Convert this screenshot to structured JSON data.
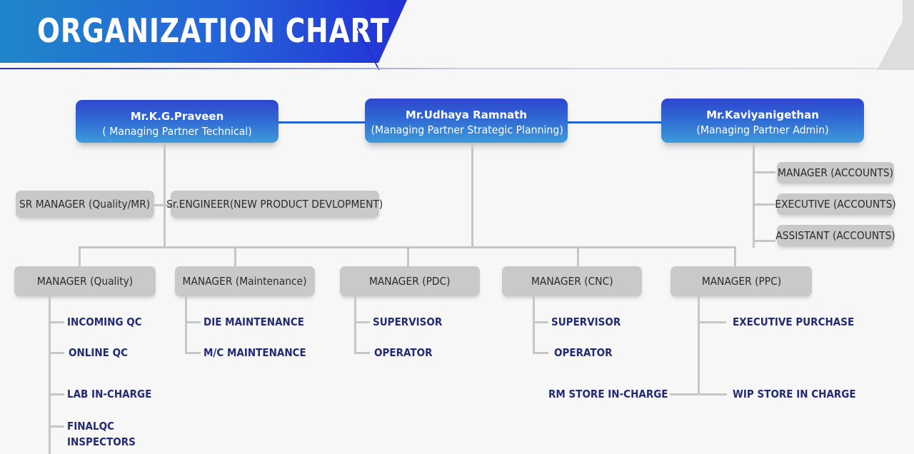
{
  "header": {
    "title": "ORGANIZATION CHART"
  },
  "executives": [
    {
      "name": "Mr.K.G.Praveen",
      "role": "( Managing Partner Technical)"
    },
    {
      "name": "Mr.Udhaya Ramnath",
      "role": "(Managing Partner Strategic Planning)"
    },
    {
      "name": "Mr.Kaviyanigethan",
      "role": "(Managing Partner Admin)"
    }
  ],
  "staff_boxes": [
    {
      "label": "SR MANAGER (Quality/MR)"
    },
    {
      "label": "Sr.ENGINEER(NEW PRODUCT DEVLOPMENT)"
    }
  ],
  "accounts": [
    {
      "label": "MANAGER (ACCOUNTS)"
    },
    {
      "label": "EXECUTIVE (ACCOUNTS)"
    },
    {
      "label": "ASSISTANT (ACCOUNTS)"
    }
  ],
  "managers": [
    {
      "label": "MANAGER (Quality)"
    },
    {
      "label": "MANAGER (Maintenance)"
    },
    {
      "label": "MANAGER (PDC)"
    },
    {
      "label": "MANAGER (CNC)"
    },
    {
      "label": "MANAGER (PPC)"
    }
  ],
  "leaves": {
    "quality": [
      "INCOMING QC",
      "ONLINE QC",
      "LAB IN-CHARGE",
      "FINALQC",
      "INSPECTORS"
    ],
    "maintenance": [
      "DIE MAINTENANCE",
      "M/C MAINTENANCE"
    ],
    "pdc": [
      "SUPERVISOR",
      "OPERATOR"
    ],
    "cnc": [
      "SUPERVISOR",
      "OPERATOR"
    ],
    "ppc": [
      "EXECUTIVE PURCHASE"
    ],
    "stores": [
      "RM STORE IN-CHARGE",
      "WIP STORE IN CHARGE"
    ]
  },
  "colors": {
    "background": "#f7f7f7",
    "header_gradient_start": "#1f86c9",
    "header_gradient_end": "#2330d6",
    "exec_box_top": "#2f46cf",
    "exec_box_bottom": "#3f9ada",
    "gray_box": "#c9c9c9",
    "connector_gray": "#c6c6c6",
    "connector_blue": "#2663cf",
    "leaf_text": "#232b74"
  }
}
